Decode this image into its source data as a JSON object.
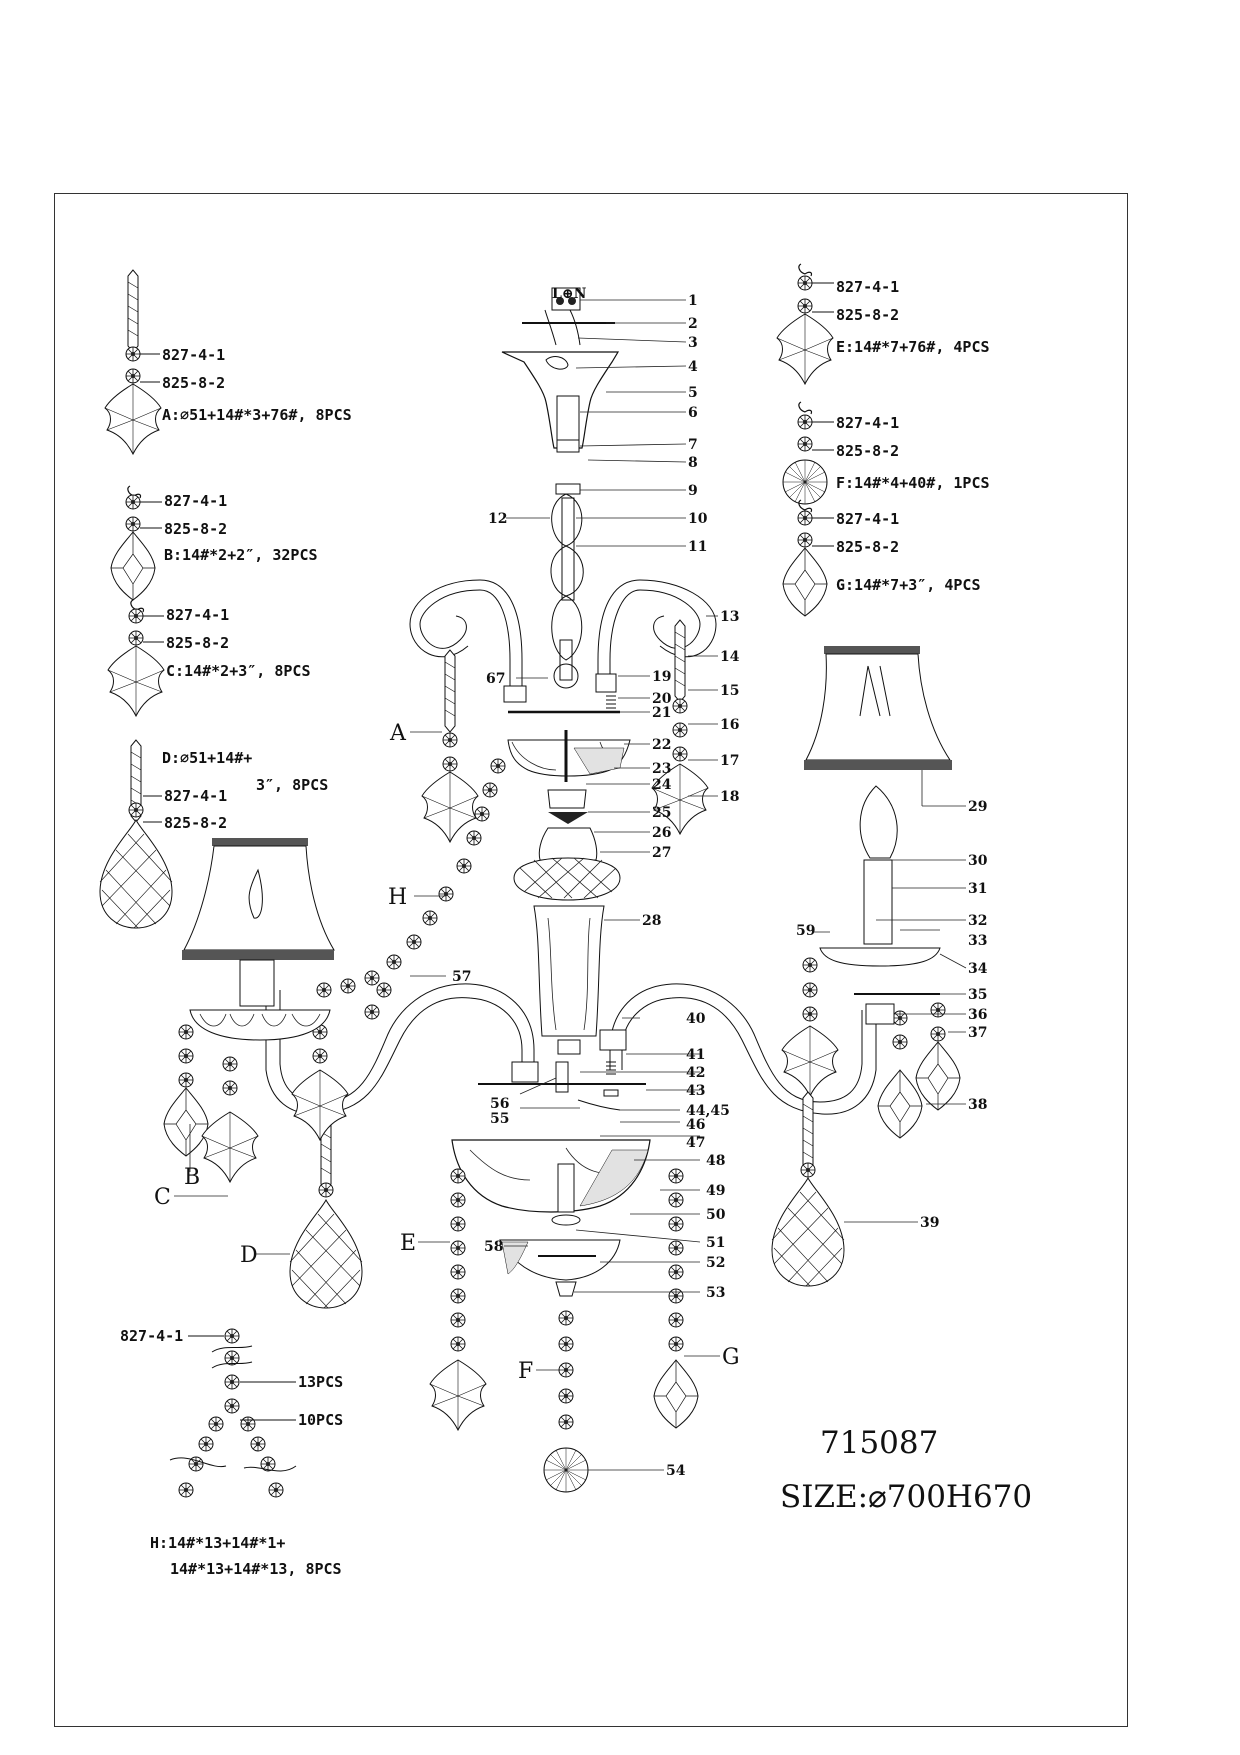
{
  "terminal_label": "L⊕N",
  "part_numbers": [
    "1",
    "2",
    "3",
    "4",
    "5",
    "6",
    "7",
    "8",
    "9",
    "10",
    "11",
    "12",
    "13",
    "14",
    "15",
    "16",
    "17",
    "18",
    "19",
    "20",
    "21",
    "22",
    "23",
    "24",
    "25",
    "26",
    "27",
    "28",
    "29",
    "30",
    "31",
    "32",
    "33",
    "34",
    "35",
    "36",
    "37",
    "38",
    "39",
    "40",
    "41",
    "42",
    "43",
    "44,45",
    "46",
    "47",
    "48",
    "49",
    "50",
    "51",
    "52",
    "53",
    "54",
    "55",
    "56",
    "57",
    "58",
    "59",
    "67"
  ],
  "letters": [
    "A",
    "B",
    "C",
    "D",
    "E",
    "F",
    "G",
    "H"
  ],
  "specs": {
    "A": {
      "codes": [
        "827-4-1",
        "825-8-2"
      ],
      "text": "A:⌀51+14#*3+76#, 8PCS"
    },
    "B": {
      "codes": [
        "827-4-1",
        "825-8-2"
      ],
      "text": "B:14#*2+2″, 32PCS"
    },
    "C": {
      "codes": [
        "827-4-1",
        "825-8-2"
      ],
      "text": "C:14#*2+3″, 8PCS"
    },
    "D": {
      "codes": [
        "827-4-1",
        "825-8-2"
      ],
      "text_line1": "D:⌀51+14#+",
      "text_line2": "3″, 8PCS"
    },
    "E": {
      "codes": [
        "827-4-1",
        "825-8-2"
      ],
      "text": "E:14#*7+76#, 4PCS"
    },
    "F": {
      "codes": [
        "827-4-1",
        "825-8-2"
      ],
      "text": "F:14#*4+40#, 1PCS"
    },
    "G": {
      "codes": [
        "827-4-1",
        "825-8-2"
      ],
      "text": "G:14#*7+3″, 4PCS"
    }
  },
  "h_detail": {
    "code": "827-4-1",
    "count_top": "13PCS",
    "count_mid": "10PCS",
    "text_line1": "H:14#*13+14#*1+",
    "text_line2": "14#*13+14#*13, 8PCS"
  },
  "model": "715087",
  "size": "SIZE:⌀700H670"
}
